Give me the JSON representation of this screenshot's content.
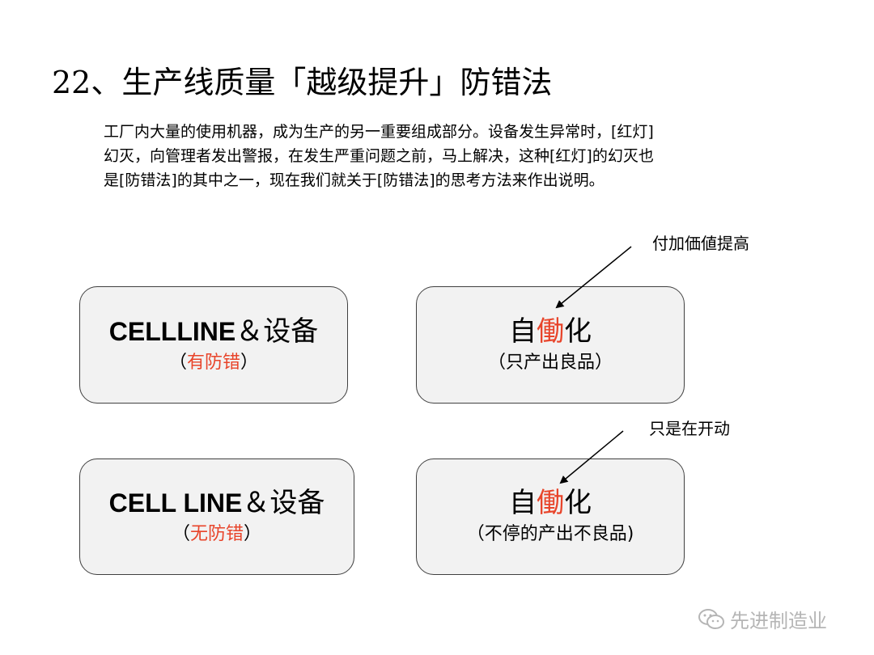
{
  "title": "22、生产线质量「越级提升」防错法",
  "intro": [
    "工厂内大量的使用机器，成为生产的另一重要组成部分。设备发生异常时，[红灯]",
    "幻灭，向管理者发出警报，在发生严重问题之前，马上解决，这种[红灯]的幻灭也",
    "是[防错法]的其中之一，现在我们就关于[防错法]的思考方法来作出说明。"
  ],
  "boxes": {
    "top_left": {
      "main_en": "CELLLINE",
      "main_cn": "＆设备",
      "sub_open": "（",
      "sub_red": "有防错",
      "sub_close": "）"
    },
    "top_right": {
      "main_pre": "自",
      "main_red": "働",
      "main_post": "化",
      "sub": "（只产出良品）"
    },
    "bottom_left": {
      "main_en": "CELL LINE",
      "main_cn": "＆设备",
      "sub_open": "（",
      "sub_red": "无防错",
      "sub_close": "）"
    },
    "bottom_right": {
      "main_pre": "自",
      "main_red": "働",
      "main_post": "化",
      "sub": "（不停的产出不良品)"
    }
  },
  "notes": {
    "top": "付加価値提高",
    "bottom": "只是在开动"
  },
  "watermark": {
    "icon": "wechat-icon",
    "text": "先进制造业"
  },
  "colors": {
    "accent_red": "#e8442a",
    "box_fill": "#f2f2f2",
    "box_border": "#404040",
    "watermark": "#b5b5b5"
  }
}
